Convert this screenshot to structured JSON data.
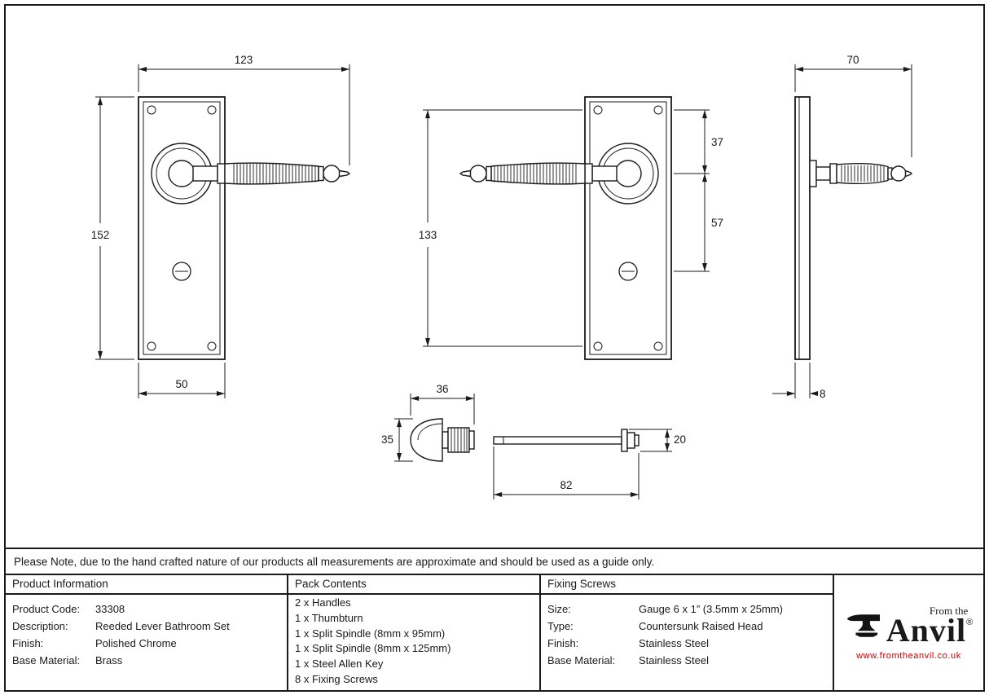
{
  "drawing": {
    "dims": {
      "front_overall_length": "123",
      "plate_height": "152",
      "plate_width": "50",
      "fixing_centres": "133",
      "screw_to_centre": "37",
      "centre_to_thumbturn": "57",
      "projection": "70",
      "plate_thickness": "8",
      "thumbturn_length": "36",
      "thumbturn_height": "35",
      "spindle_length": "82",
      "spindle_flange": "20"
    }
  },
  "note": "Please Note, due to the hand crafted nature of our products all measurements are approximate and should be used as a guide only.",
  "product_info": {
    "header": "Product Information",
    "rows": [
      {
        "label": "Product Code:",
        "value": "33308"
      },
      {
        "label": "Description:",
        "value": "Reeded Lever Bathroom Set"
      },
      {
        "label": "Finish:",
        "value": "Polished Chrome"
      },
      {
        "label": "Base Material:",
        "value": "Brass"
      }
    ]
  },
  "pack_contents": {
    "header": "Pack Contents",
    "items": [
      "2 x Handles",
      "1 x Thumbturn",
      "1 x Split Spindle (8mm x 95mm)",
      "1 x Split Spindle (8mm x 125mm)",
      "1 x Steel Allen Key",
      "8 x Fixing Screws"
    ]
  },
  "fixing_screws": {
    "header": "Fixing Screws",
    "rows": [
      {
        "label": "Size:",
        "value": "Gauge 6 x 1” (3.5mm x 25mm)"
      },
      {
        "label": "Type:",
        "value": "Countersunk Raised Head"
      },
      {
        "label": "Finish:",
        "value": "Stainless Steel"
      },
      {
        "label": "Base Material:",
        "value": "Stainless Steel"
      }
    ]
  },
  "logo": {
    "tagline": "From the",
    "brand": "Anvil",
    "registered": "®",
    "website": "www.fromtheanvil.co.uk",
    "accent_color": "#cc0000"
  }
}
